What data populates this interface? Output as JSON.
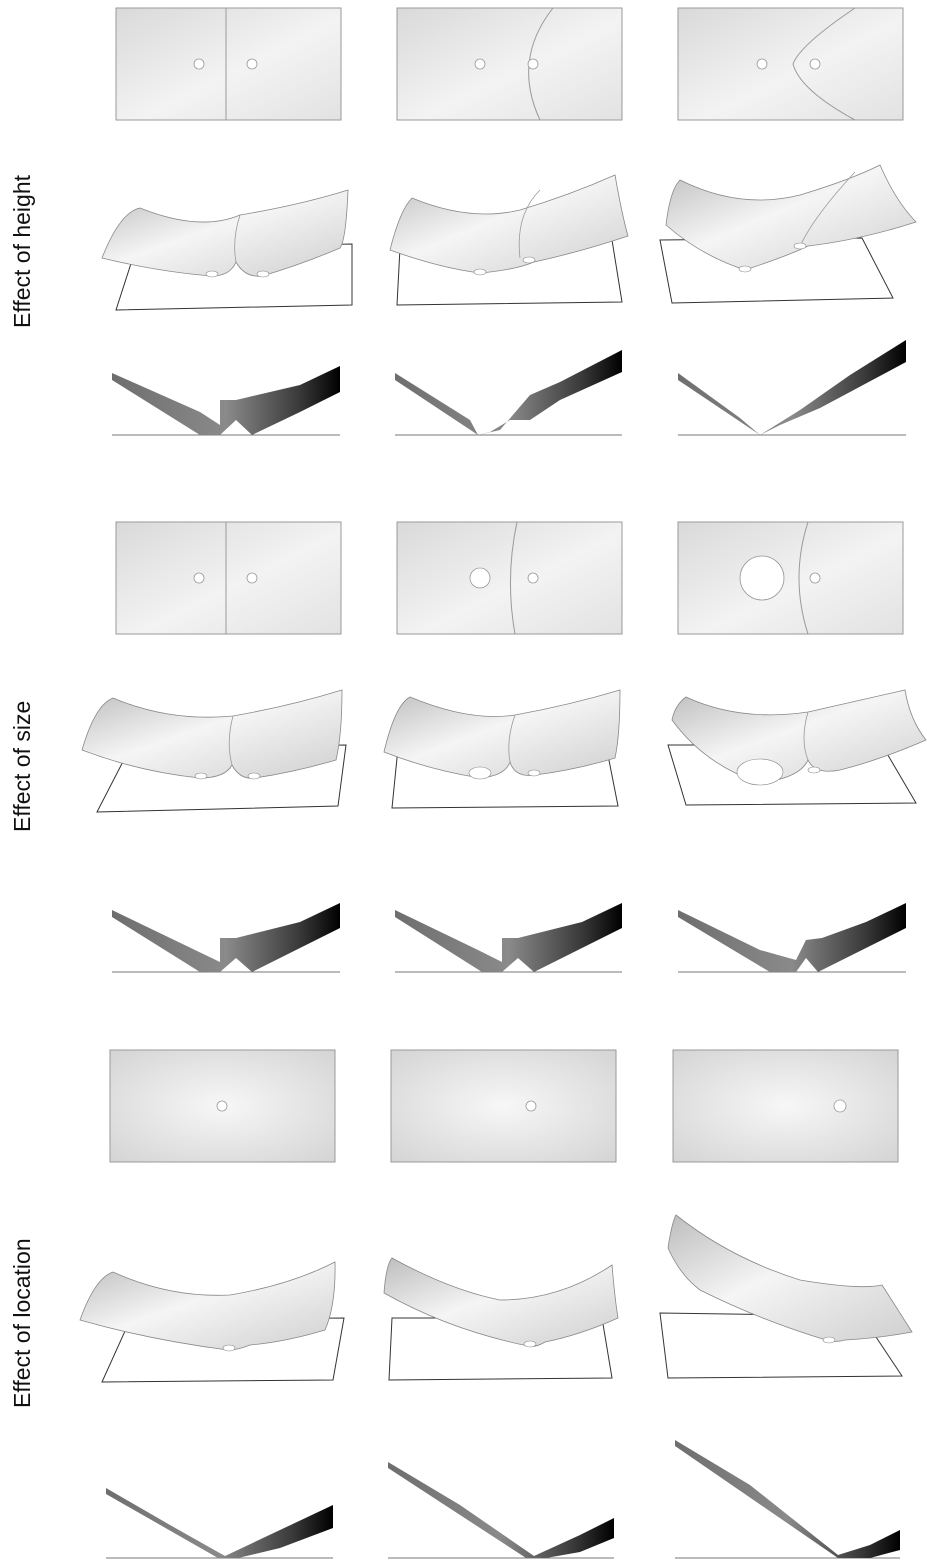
{
  "groups": [
    {
      "label": "Effect of height"
    },
    {
      "label": "Effect of size"
    },
    {
      "label": "Effect of location"
    }
  ]
}
